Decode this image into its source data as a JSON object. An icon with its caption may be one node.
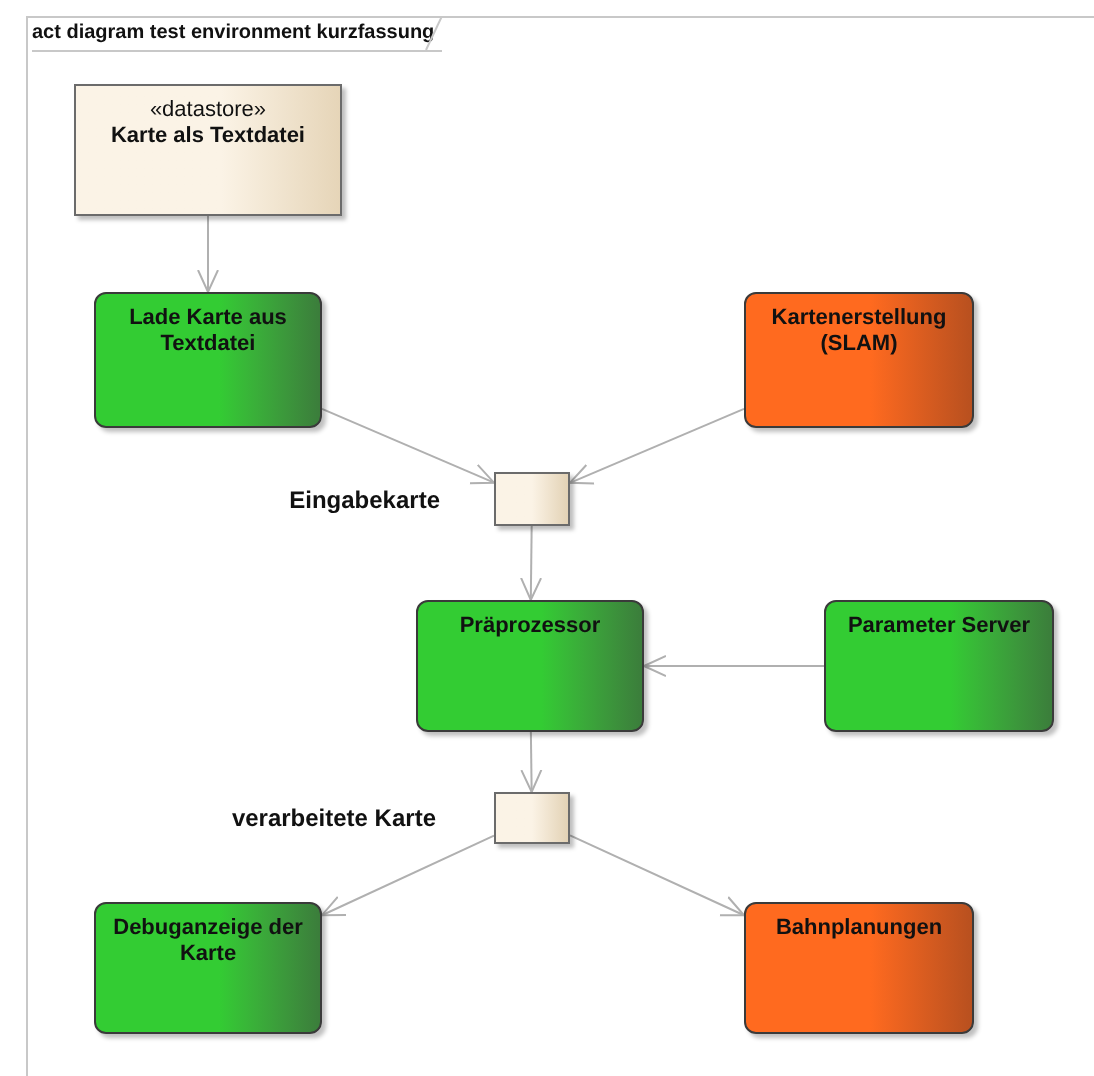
{
  "diagram": {
    "title": "act diagram test environment kurzfassung",
    "nodes": [
      {
        "text": [
          "«datastore»",
          "Karte als Textdatei"
        ]
      },
      {
        "text": [
          "Lade Karte aus Textdatei"
        ]
      },
      {
        "text": [
          "Kartenerstellung (SLAM)"
        ]
      },
      {
        "text": [
          "Eingabekarte"
        ]
      },
      {
        "text": [
          "Präprozessor"
        ]
      },
      {
        "text": [
          "Parameter Server"
        ]
      },
      {
        "text": [
          "verarbeitete Karte"
        ]
      },
      {
        "text": [
          "Debuganzeige der Karte"
        ]
      },
      {
        "text": [
          "Bahnplanungen"
        ]
      }
    ],
    "edges": [
      {
        "from": 0,
        "to": 1,
        "arrow": "to"
      },
      {
        "from": 1,
        "to": 3,
        "arrow": "to"
      },
      {
        "from": 2,
        "to": 3,
        "arrow": "to"
      },
      {
        "from": 3,
        "to": 4,
        "arrow": "to"
      },
      {
        "from": 5,
        "to": 4,
        "arrow": "to"
      },
      {
        "from": 4,
        "to": 6,
        "arrow": "to"
      },
      {
        "from": 6,
        "to": 7,
        "arrow": "to"
      },
      {
        "from": 6,
        "to": 8,
        "arrow": "to"
      }
    ]
  }
}
